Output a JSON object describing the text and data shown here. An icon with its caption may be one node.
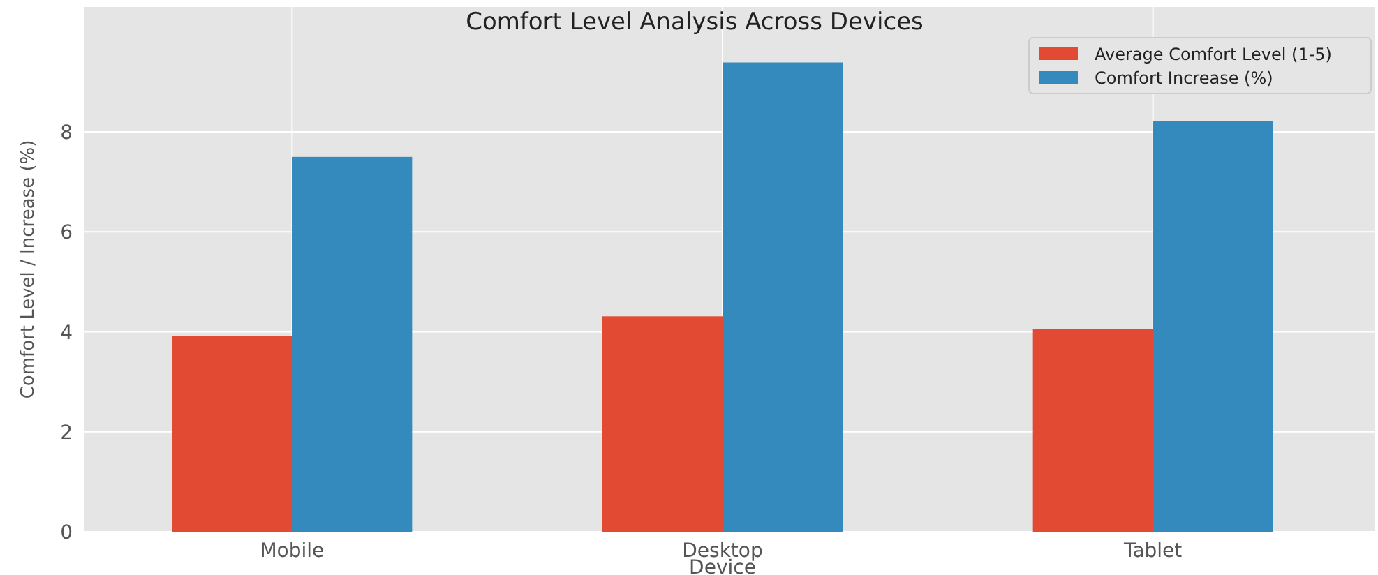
{
  "diagram": {
    "chart_data": {
      "type": "bar",
      "title": "Comfort Level Analysis Across Devices",
      "xlabel": "Device",
      "ylabel": "Comfort Level / Increase (%)",
      "categories": [
        "Mobile",
        "Desktop",
        "Tablet"
      ],
      "series": [
        {
          "name": "Average Comfort Level (1-5)",
          "color": "#e24a33",
          "values": [
            3.92,
            4.31,
            4.06
          ]
        },
        {
          "name": "Comfort Increase (%)",
          "color": "#348abd",
          "values": [
            7.5,
            9.39,
            8.22
          ]
        }
      ],
      "ylim": [
        0,
        10.5
      ],
      "yticks": [
        0,
        2,
        4,
        6,
        8
      ],
      "orientation": "vertical",
      "stacked": false,
      "grid": true,
      "legend": true
    }
  }
}
